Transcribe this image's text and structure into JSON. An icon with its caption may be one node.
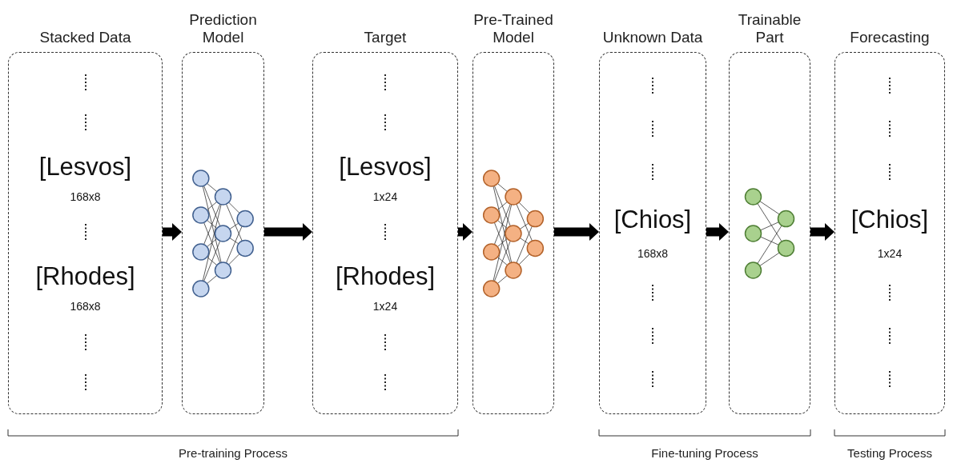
{
  "diagram": {
    "nodes": [
      {
        "text": [
          "Stacked Data",
          "[Lesvos]",
          "168x8",
          "[Rhodes]",
          "168x8"
        ]
      },
      {
        "text": [
          "Prediction Model"
        ]
      },
      {
        "text": [
          "Target",
          "[Lesvos]",
          "1x24",
          "[Rhodes]",
          "1x24"
        ]
      },
      {
        "text": [
          "Pre-Trained Model"
        ]
      },
      {
        "text": [
          "Unknown Data",
          "[Chios]",
          "168x8"
        ]
      },
      {
        "text": [
          "Trainable Part"
        ]
      },
      {
        "text": [
          "Forecasting",
          "[Chios]",
          "1x24"
        ]
      }
    ],
    "edges": [
      {
        "from": 0,
        "to": 1,
        "arrow": "to"
      },
      {
        "from": 1,
        "to": 2,
        "arrow": "to"
      },
      {
        "from": 2,
        "to": 3,
        "arrow": "to"
      },
      {
        "from": 3,
        "to": 4,
        "arrow": "to"
      },
      {
        "from": 4,
        "to": 5,
        "arrow": "to"
      },
      {
        "from": 5,
        "to": 6,
        "arrow": "to"
      }
    ],
    "labels": [
      "Pre-training Process",
      "Fine-tuning Process",
      "Testing Process"
    ]
  }
}
